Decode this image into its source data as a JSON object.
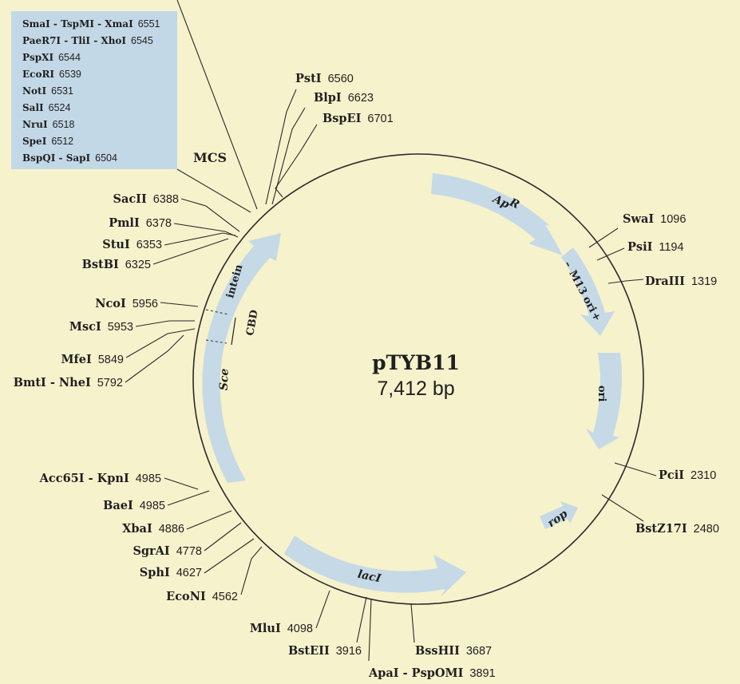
{
  "plasmid": {
    "name": "pTYB11",
    "size": "7,412 bp"
  },
  "colors": {
    "background": "#f6f2cc",
    "box": "#c3d8e7",
    "arrow": "#c5d9e6"
  },
  "mcs": {
    "label": "MCS",
    "sites": [
      {
        "name": "SmaI - TspMI - XmaI",
        "pos": "6551"
      },
      {
        "name": "PaeR7I - TliI - XhoI",
        "pos": "6545"
      },
      {
        "name": "PspXI",
        "pos": "6544"
      },
      {
        "name": "EcoRI",
        "pos": "6539"
      },
      {
        "name": "NotI",
        "pos": "6531"
      },
      {
        "name": "SalI",
        "pos": "6524"
      },
      {
        "name": "NruI",
        "pos": "6518"
      },
      {
        "name": "SpeI",
        "pos": "6512"
      },
      {
        "name": "BspQI - SapI",
        "pos": "6504"
      }
    ]
  },
  "sites": [
    {
      "name": "PstI",
      "pos": "6560"
    },
    {
      "name": "BlpI",
      "pos": "6623"
    },
    {
      "name": "BspEI",
      "pos": "6701"
    },
    {
      "name": "SwaI",
      "pos": "1096"
    },
    {
      "name": "PsiI",
      "pos": "1194"
    },
    {
      "name": "DraIII",
      "pos": "1319"
    },
    {
      "name": "PciI",
      "pos": "2310"
    },
    {
      "name": "BstZ17I",
      "pos": "2480"
    },
    {
      "name": "BssHII",
      "pos": "3687"
    },
    {
      "name": "ApaI - PspOMI",
      "pos": "3891"
    },
    {
      "name": "BstEII",
      "pos": "3916"
    },
    {
      "name": "MluI",
      "pos": "4098"
    },
    {
      "name": "EcoNI",
      "pos": "4562"
    },
    {
      "name": "SphI",
      "pos": "4627"
    },
    {
      "name": "SgrAI",
      "pos": "4778"
    },
    {
      "name": "XbaI",
      "pos": "4886"
    },
    {
      "name": "BaeI",
      "pos": "4985"
    },
    {
      "name": "Acc65I - KpnI",
      "pos": "4985"
    },
    {
      "name": "BmtI - NheI",
      "pos": "5792"
    },
    {
      "name": "MfeI",
      "pos": "5849"
    },
    {
      "name": "MscI",
      "pos": "5953"
    },
    {
      "name": "NcoI",
      "pos": "5956"
    },
    {
      "name": "BstBI",
      "pos": "6325"
    },
    {
      "name": "StuI",
      "pos": "6353"
    },
    {
      "name": "PmlI",
      "pos": "6378"
    },
    {
      "name": "SacII",
      "pos": "6388"
    }
  ],
  "features": {
    "apr": "Ap",
    "apr_sup": "R",
    "m13_minus": "–",
    "m13": "M13 ori",
    "m13_plus": "+",
    "ori": "ori",
    "rop": "rop",
    "laci": "lacI",
    "intein": "intein",
    "sce": "Sce",
    "cbd": "CBD"
  }
}
